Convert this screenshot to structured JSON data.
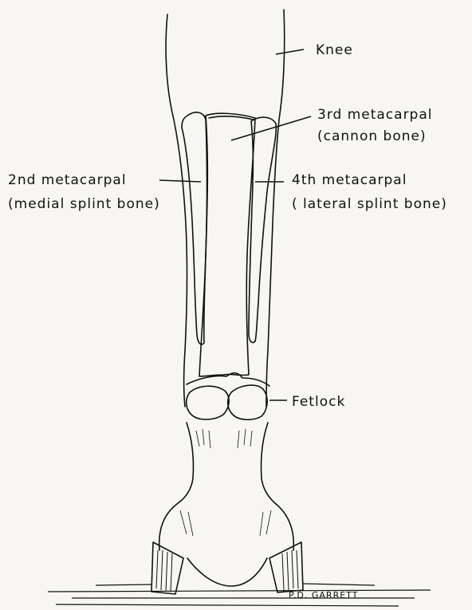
{
  "labels": {
    "knee": "Knee",
    "third_metacarpal": "3rd metacarpal",
    "cannon_bone": "(cannon bone)",
    "second_metacarpal": "2nd metacarpal",
    "medial_splint_bone": "(medial splint bone)",
    "fourth_metacarpal": "4th metacarpal",
    "lateral_splint_bone": "( lateral splint bone)",
    "fetlock": "Fetlock"
  },
  "signature": "P.D. GARRETT",
  "colors": {
    "ink": "#111111",
    "paper": "#f7f6f2"
  }
}
